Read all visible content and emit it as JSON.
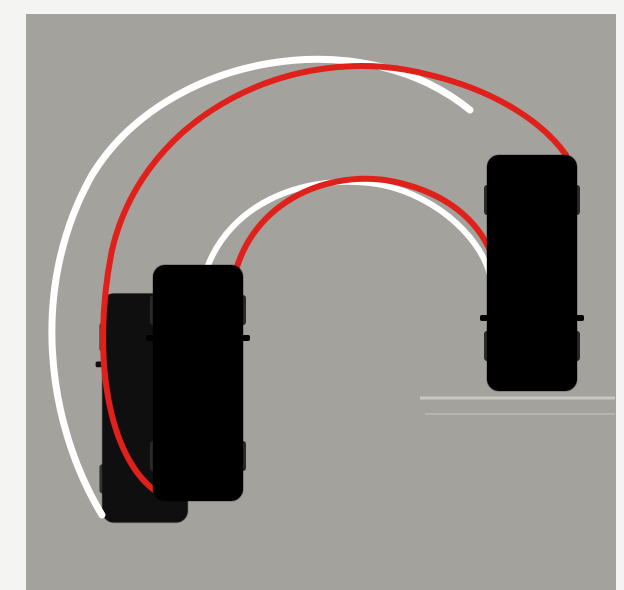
{
  "scene": {
    "kind": "u-turn-illustration",
    "colors": {
      "frame": "#f4f4f2",
      "asphalt": "#a9a6a1",
      "track_outer": "#ffffff",
      "track_red": "#e0201a",
      "car_body": "#d8231c",
      "car_body_dark": "#9c1410",
      "glass": "#8e959c",
      "ghost_car": "#cbc6c1"
    },
    "cars": [
      {
        "role": "ghost-start-position"
      },
      {
        "role": "turning-car-start"
      },
      {
        "role": "turning-car-end"
      }
    ],
    "tracks": [
      {
        "role": "outer-white-arc"
      },
      {
        "role": "outer-red-arc"
      },
      {
        "role": "inner-white-arc"
      },
      {
        "role": "inner-red-arc"
      }
    ]
  }
}
